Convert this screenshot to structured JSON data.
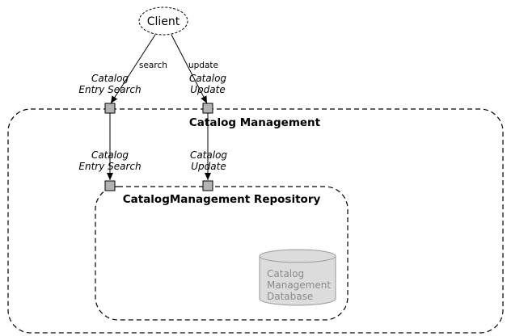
{
  "client": {
    "label": "Client"
  },
  "edges": {
    "search_label": "search",
    "update_label": "update"
  },
  "catalog_management": {
    "title": "Catalog Management",
    "outer_ports": {
      "search": {
        "line1": "Catalog",
        "line2": "Entry Search"
      },
      "update": {
        "line1": "Catalog",
        "line2": "Update"
      }
    },
    "inner_ports": {
      "search": {
        "line1": "Catalog",
        "line2": "Entry Search"
      },
      "update": {
        "line1": "Catalog",
        "line2": "Update"
      }
    }
  },
  "repository": {
    "title": "CatalogManagement Repository",
    "database": {
      "line1": "Catalog",
      "line2": "Management",
      "line3": "Database"
    }
  },
  "colors": {
    "port_fill": "#b3b3b3",
    "db_fill": "#dcdcdc",
    "db_text": "#8a8a8a",
    "stroke": "#000000"
  }
}
